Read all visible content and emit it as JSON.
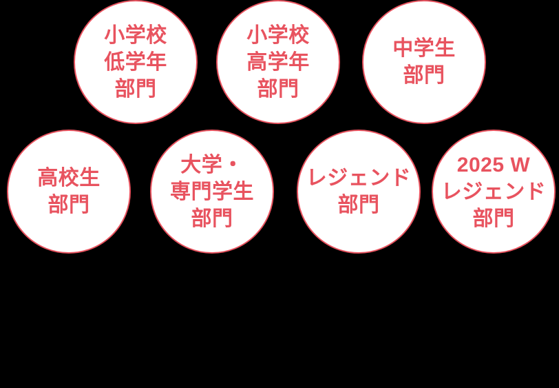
{
  "colors": {
    "background": "#000000",
    "circle_fill": "#ffffff",
    "accent": "#e8535f"
  },
  "circles": [
    {
      "id": "elementary-lower",
      "lines": [
        "小学校",
        "低学年",
        "部門"
      ]
    },
    {
      "id": "elementary-upper",
      "lines": [
        "小学校",
        "高学年",
        "部門"
      ]
    },
    {
      "id": "junior-high",
      "lines": [
        "中学生",
        "部門"
      ]
    },
    {
      "id": "high-school",
      "lines": [
        "高校生",
        "部門"
      ]
    },
    {
      "id": "university",
      "lines": [
        "大学・",
        "専門学生",
        "部門"
      ]
    },
    {
      "id": "legend",
      "lines": [
        "レジェンド",
        "部門"
      ]
    },
    {
      "id": "w-legend-2025",
      "lines": [
        "2025 W",
        "レジェンド",
        "部門"
      ]
    }
  ]
}
